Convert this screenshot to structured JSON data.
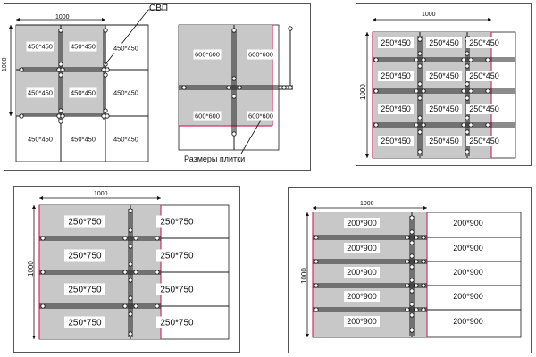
{
  "annotations": {
    "clip_label": "СВП",
    "tile_size_label": "Размеры плитки"
  },
  "panels": [
    {
      "id": "panel-450-a",
      "width_label": "1000",
      "height_label": "1000",
      "tile_label": "450*450",
      "grid": {
        "cols": 3,
        "rows": 3
      }
    },
    {
      "id": "panel-600",
      "tile_label": "600*600",
      "grid": {
        "cols": 2,
        "rows": 2
      }
    },
    {
      "id": "panel-250x450",
      "width_label": "1000",
      "height_label": "1000",
      "tile_label": "250*450",
      "grid": {
        "cols": 3,
        "rows": 4
      }
    },
    {
      "id": "panel-250x750",
      "width_label": "1000",
      "height_label": "1000",
      "tile_label": "250*750",
      "grid": {
        "cols": 2,
        "rows": 4
      }
    },
    {
      "id": "panel-200x900",
      "width_label": "1000",
      "height_label": "1000",
      "tile_label": "200*900",
      "grid": {
        "cols": 2,
        "rows": 5
      }
    }
  ],
  "colors": {
    "tile_fill": "#c8c8c8",
    "grid_line": "#1a1a1a",
    "edge_cut": "#d0306a",
    "frame": "#555555",
    "label_bg": "#ffffff"
  }
}
